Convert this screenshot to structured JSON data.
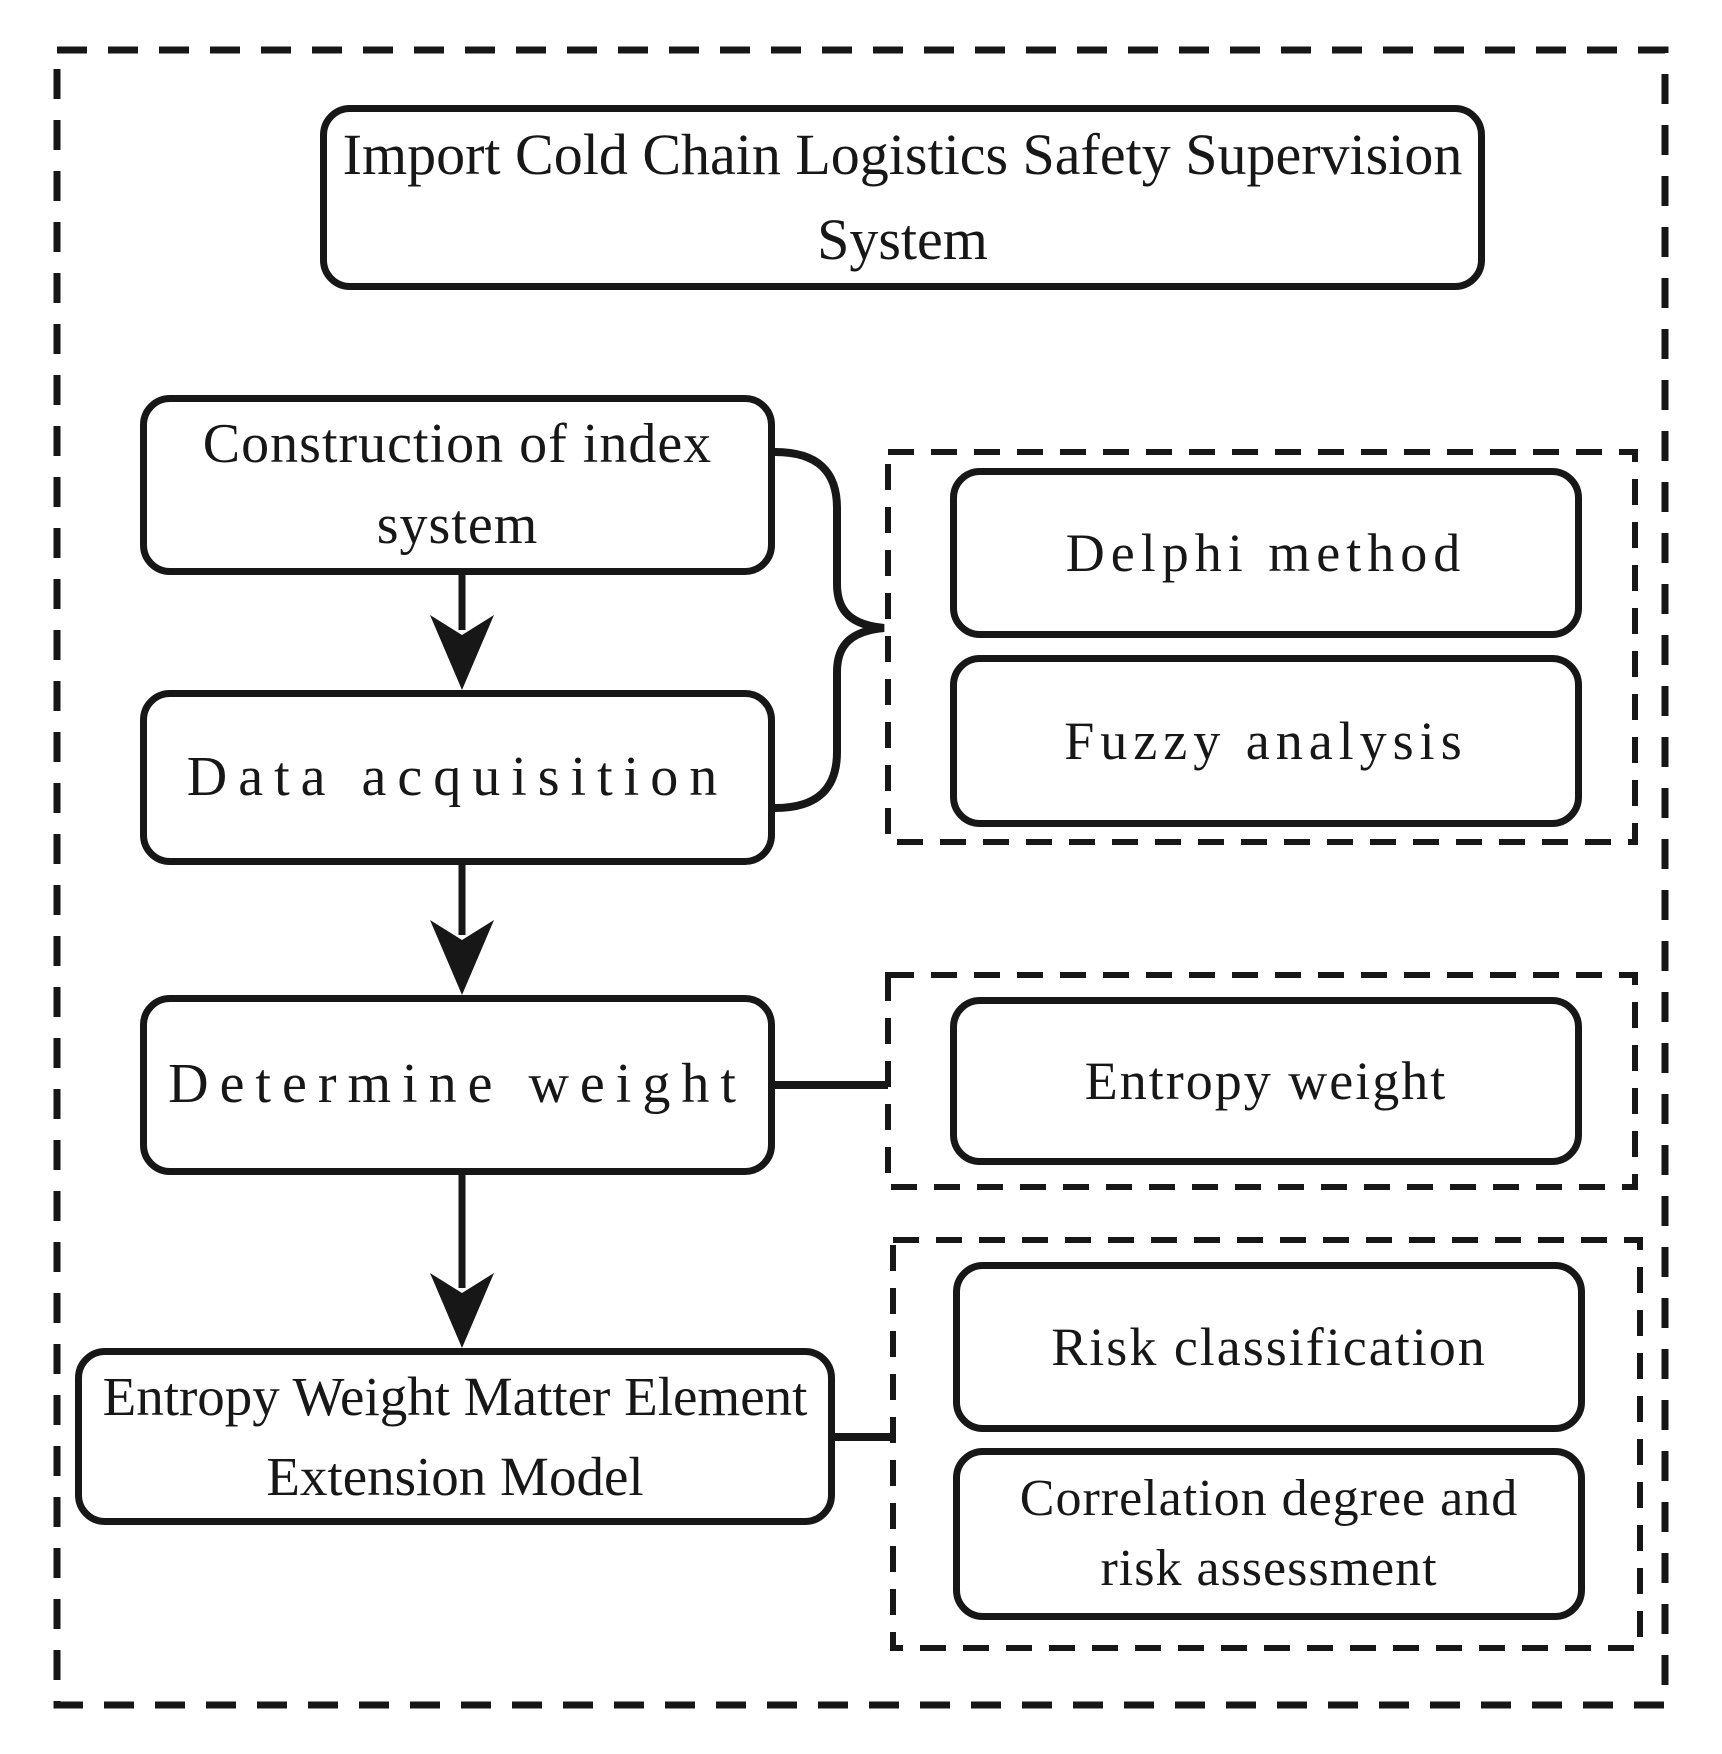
{
  "diagram": {
    "title": "Import Cold Chain Logistics Safety Supervision System",
    "ink_color": "#171717",
    "flow_nodes": [
      {
        "label": "Construction of index system"
      },
      {
        "label": "Data acquisition"
      },
      {
        "label": "Determine weight"
      },
      {
        "label": "Entropy Weight Matter Element Extension Model"
      }
    ],
    "method_groups": [
      {
        "items": [
          "Delphi method",
          "Fuzzy analysis"
        ]
      },
      {
        "items": [
          "Entropy weight"
        ]
      },
      {
        "items": [
          "Risk classification",
          "Correlation degree and risk assessment"
        ]
      }
    ]
  }
}
